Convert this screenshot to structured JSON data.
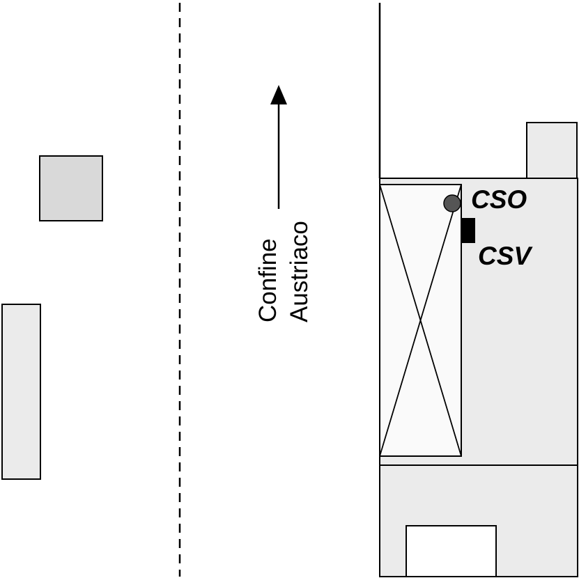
{
  "labels": {
    "border_line1": "Confine",
    "border_line2": "Austriaco",
    "cso": "CSO",
    "csv": "CSV"
  },
  "colors": {
    "line": "#000000",
    "background": "#ffffff",
    "building_light": "#ebebeb",
    "building_medium": "#d9d9d9",
    "loading_bay": "#fafafa",
    "cso_marker": "#555555",
    "csv_marker": "#000000"
  }
}
